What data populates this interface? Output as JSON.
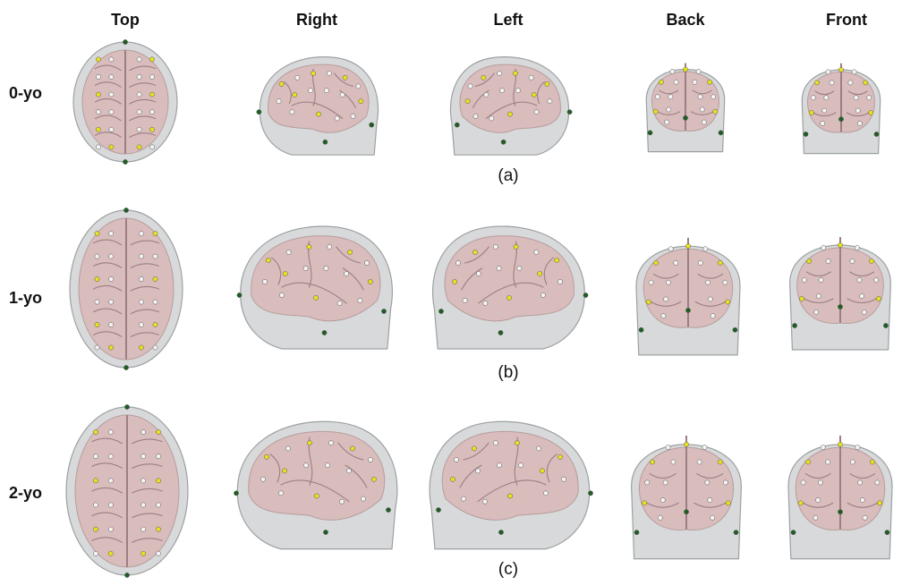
{
  "columns": [
    "Top",
    "Right",
    "Left",
    "Back",
    "Front"
  ],
  "rows": [
    {
      "label": "0-yo",
      "panel": "(a)"
    },
    {
      "label": "1-yo",
      "panel": "(b)"
    },
    {
      "label": "2-yo",
      "panel": "(c)"
    }
  ],
  "colors": {
    "head": "#d7d9da",
    "head_edge": "#9da1a3",
    "brain": "#d9bcbc",
    "brain_dark": "#b79d9e",
    "sulcus": "#9b7f83",
    "electrode_white": "#f4f4f4",
    "electrode_yellow": "#e7e21c",
    "landmark_green": "#1f5e22"
  }
}
